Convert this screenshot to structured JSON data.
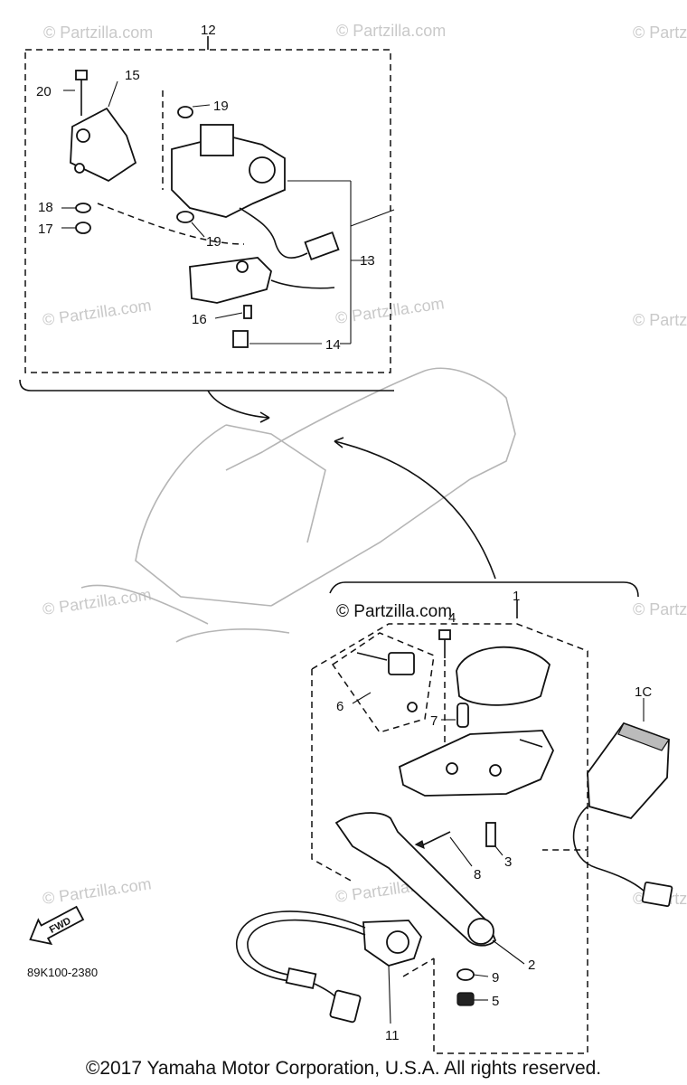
{
  "watermark": "© Partzilla.com",
  "watermark_bold": "© Partzilla.com",
  "callouts": {
    "p1": "1",
    "p1c": "1C",
    "p2": "2",
    "p3": "3",
    "p4": "4",
    "p5": "5",
    "p6": "6",
    "p7": "7",
    "p8": "8",
    "p9": "9",
    "p11": "11",
    "p12": "12",
    "p13": "13",
    "p14": "14",
    "p15": "15",
    "p16": "16",
    "p17": "17",
    "p18": "18",
    "p19a": "19",
    "p19b": "19",
    "p20": "20"
  },
  "fwd_label": "FWD",
  "diagram_code": "89K100-2380",
  "copyright": "©2017 Yamaha Motor Corporation, U.S.A. All rights reserved."
}
